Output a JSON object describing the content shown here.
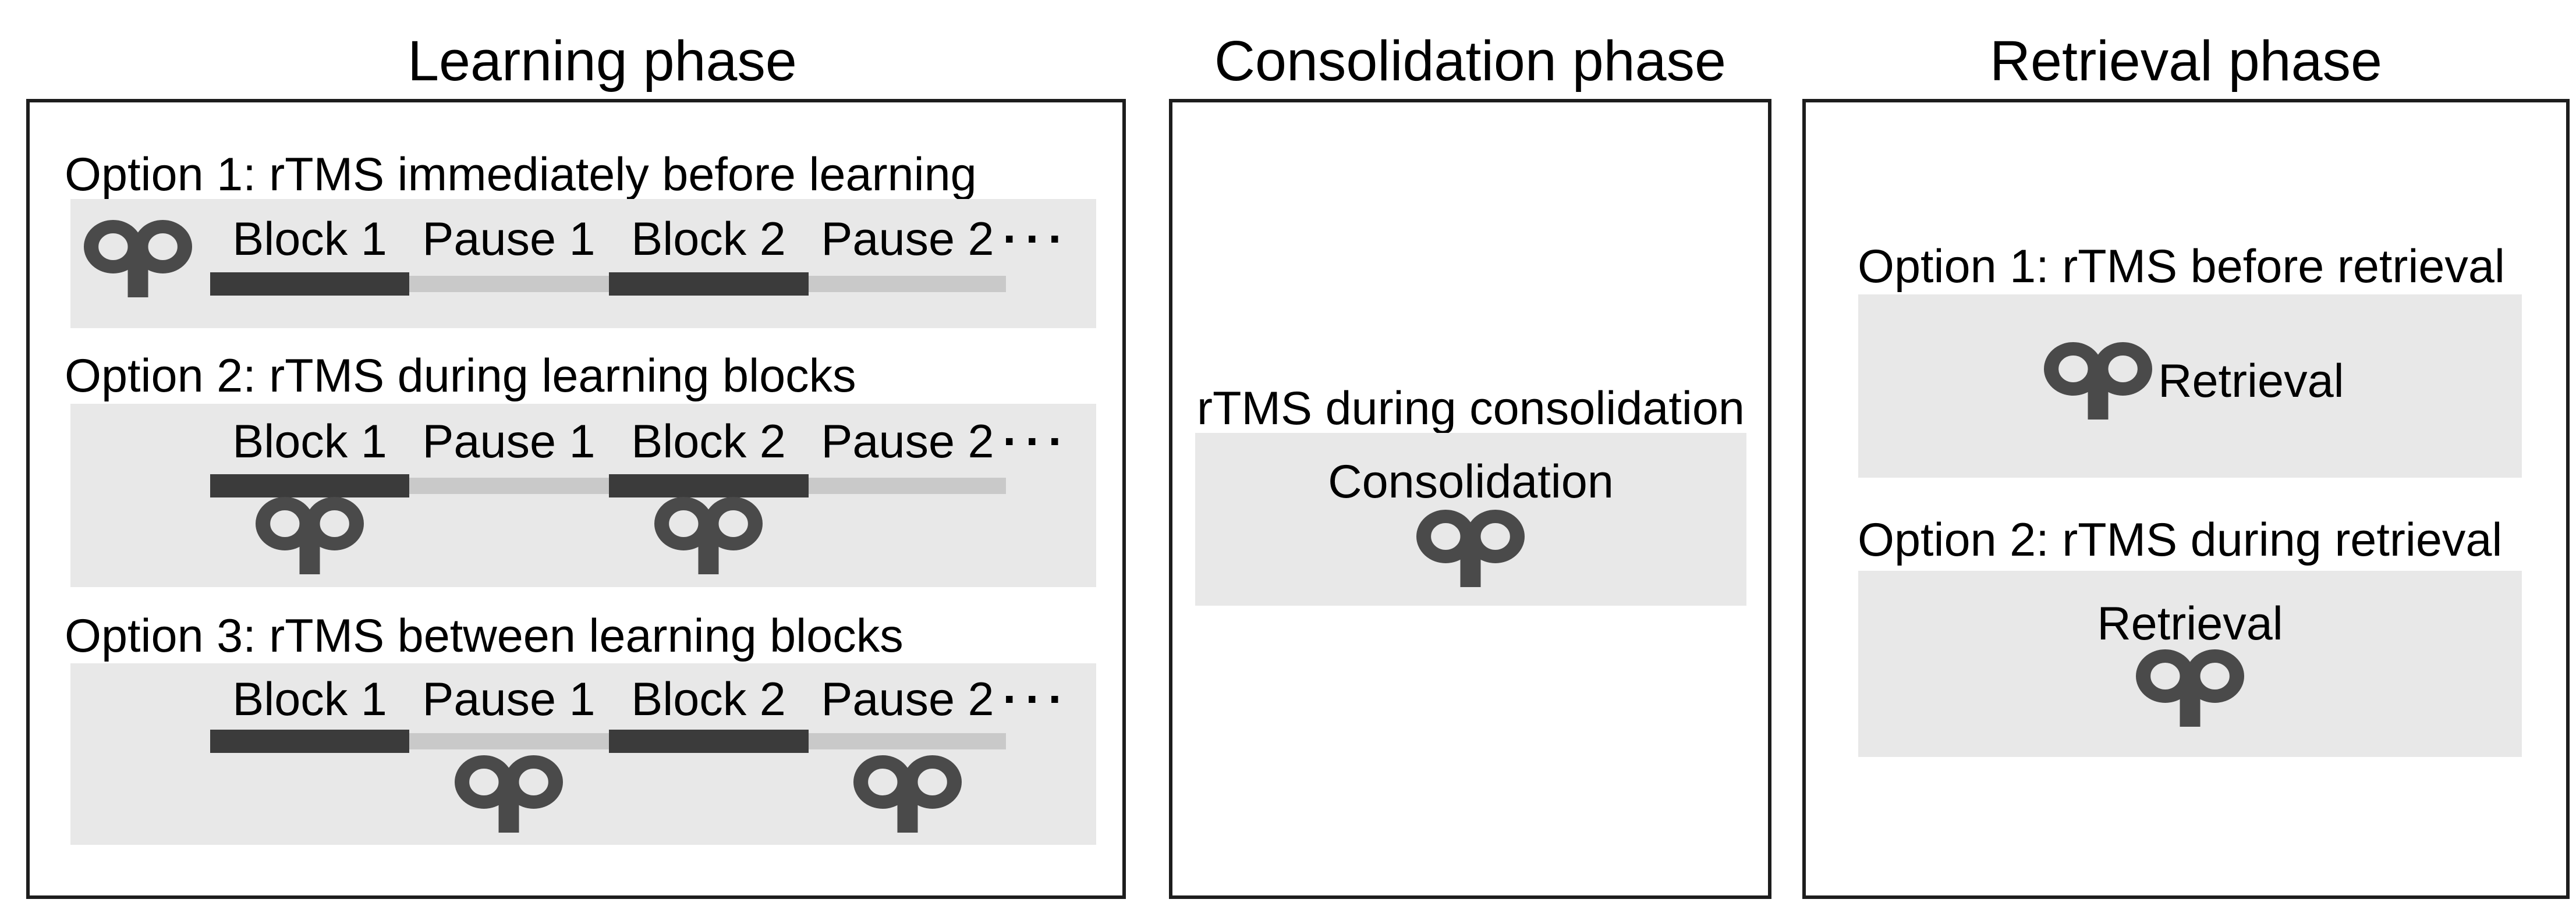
{
  "figure": {
    "panels": {
      "learning": {
        "title": "Learning phase",
        "options": [
          {
            "label": "Option 1: rTMS immediately before learning",
            "coil_timing": "before blocks"
          },
          {
            "label": "Option 2: rTMS during learning blocks",
            "coil_timing": "during blocks"
          },
          {
            "label": "Option 3: rTMS between learning blocks",
            "coil_timing": "during pauses"
          }
        ],
        "timeline": {
          "segments": [
            "Block 1",
            "Pause 1",
            "Block 2",
            "Pause 2"
          ],
          "ellipsis": "···"
        }
      },
      "consolidation": {
        "title": "Consolidation phase",
        "label": "rTMS during consolidation",
        "box_label": "Consolidation"
      },
      "retrieval": {
        "title": "Retrieval phase",
        "options": [
          {
            "label": "Option 1: rTMS before retrieval",
            "box_label": "Retrieval"
          },
          {
            "label": "Option 2: rTMS during retrieval",
            "box_label": "Retrieval"
          }
        ]
      }
    },
    "icons": {
      "tms_coil": "figure-8 TMS coil"
    },
    "colors": {
      "page-bg": "#ffffff",
      "panel-border": "#1d1d1d",
      "band-bg": "#e8e8e8",
      "bar-light": "#c9c9c9",
      "bar-dark": "#3b3b3b",
      "coil-color": "#4a4a4a",
      "text-color": "#000000"
    }
  }
}
